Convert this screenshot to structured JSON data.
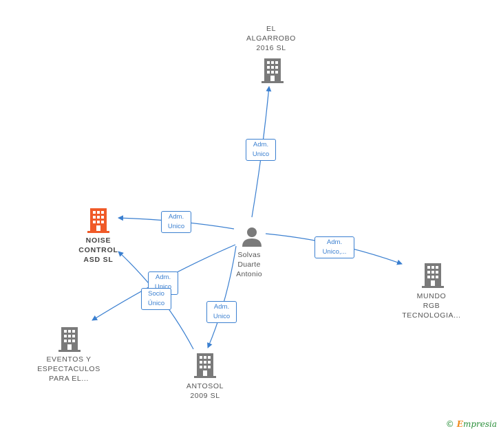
{
  "nodes": {
    "el_algarrobo": {
      "label": "EL\nALGARROBO\n2016  SL"
    },
    "noise_control": {
      "label": "NOISE\nCONTROL\nASD  SL"
    },
    "person": {
      "label": "Solvas\nDuarte\nAntonio"
    },
    "mundo_rgb": {
      "label": "MUNDO\nRGB\nTECNOLOGIA..."
    },
    "eventos": {
      "label": "EVENTOS Y\nESPECTACULOS\nPARA EL..."
    },
    "antosol": {
      "label": "ANTOSOL\n2009  SL"
    }
  },
  "edges": {
    "to_algarrobo": "Adm.\nUnico",
    "to_noise": "Adm.\nUnico",
    "to_mundo": "Adm.\nUnico,...",
    "to_antosol": "Adm.\nUnico",
    "to_eventos_partial": "Adm.\nUnico",
    "socio": "Socio\nÚnico"
  },
  "colors": {
    "highlight": "#f05a28",
    "building": "#7a7a7a",
    "person": "#7a7a7a",
    "edge": "#3a7fd0"
  },
  "footer": {
    "copyright": "©",
    "brand_e": "E",
    "brand_rest": "mpresia"
  }
}
